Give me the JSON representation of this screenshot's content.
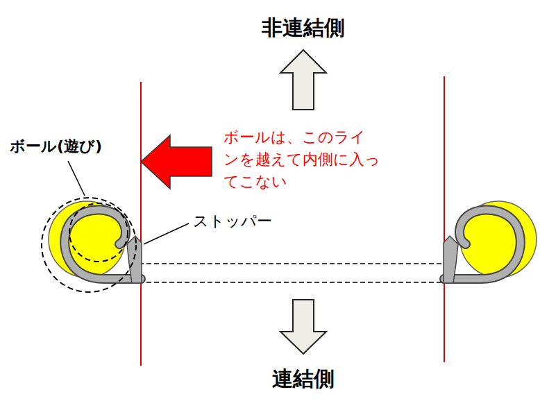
{
  "diagram": {
    "labels": [
      "非連結側",
      "ボール(遊び)",
      "ボールは、このラインを越えて内側に入ってこない",
      "ストッパー",
      "連結側"
    ]
  }
}
